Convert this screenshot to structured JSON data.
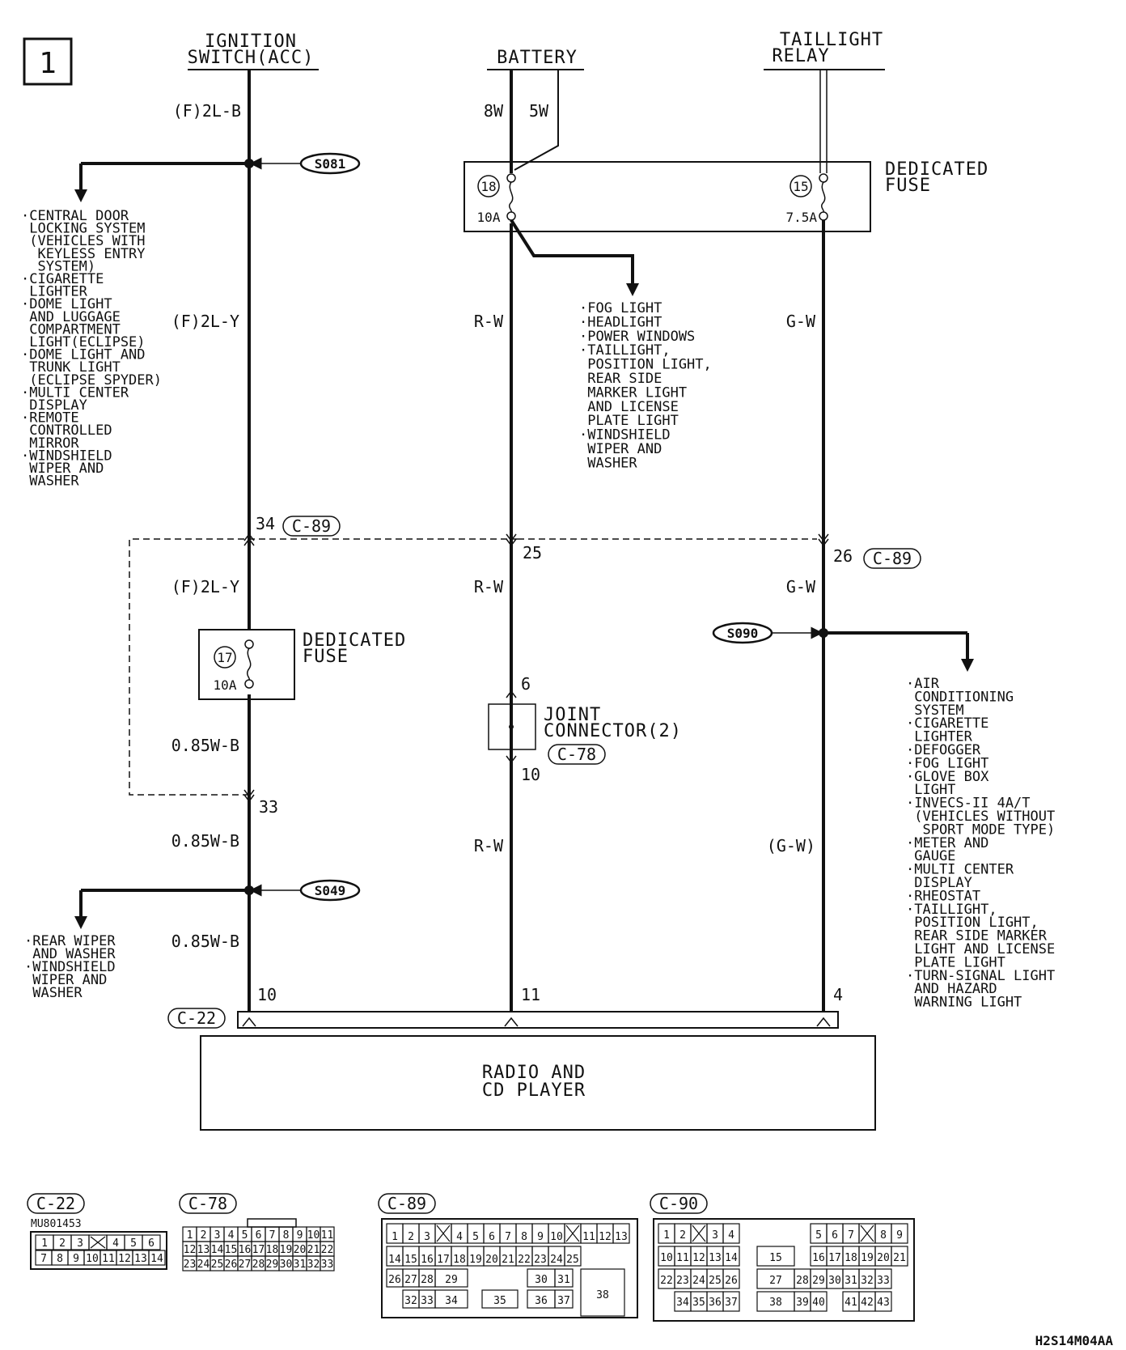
{
  "page_number": "1",
  "figure_code": "H2S14M04AA",
  "sources": {
    "ignition": {
      "line1": "IGNITION",
      "line2": "SWITCH(ACC)"
    },
    "battery": "BATTERY",
    "taillight": {
      "line1": "TAILLIGHT",
      "line2": "RELAY"
    }
  },
  "wire_labels": {
    "w_2lb": "(F)2L-B",
    "w_8w": "8W",
    "w_5w": "5W",
    "w_2ly_top": "(F)2L-Y",
    "w_rw_top": "R-W",
    "w_gw_top": "G-W",
    "w_2ly_mid": "(F)2L-Y",
    "w_rw_mid": "R-W",
    "w_gw_mid": "G-W",
    "w_085_1": "0.85W-B",
    "w_085_2": "0.85W-B",
    "w_085_3": "0.85W-B",
    "w_rw_low": "R-W",
    "w_gw_low": "(G-W)"
  },
  "splices": {
    "s081": "S081",
    "s090": "S090",
    "s049": "S049"
  },
  "fuse_box_top": {
    "label1": "DEDICATED",
    "label2": "FUSE",
    "fuse18": {
      "num": "18",
      "rating": "10A"
    },
    "fuse15": {
      "num": "15",
      "rating": "7.5A"
    }
  },
  "fuse_box_mid": {
    "label1": "DEDICATED",
    "label2": "FUSE",
    "fuse17": {
      "num": "17",
      "rating": "10A"
    }
  },
  "pins": {
    "p34": "34",
    "p25": "25",
    "p26": "26",
    "p33": "33",
    "p6": "6",
    "p10j": "10",
    "p10": "10",
    "p11": "11",
    "p4": "4"
  },
  "connector_refs": {
    "c89_a": "C-89",
    "c89_b": "C-89",
    "c78": "C-78",
    "c22": "C-22"
  },
  "joint_connector": {
    "line1": "JOINT",
    "line2": "CONNECTOR(2)"
  },
  "radio": {
    "line1": "RADIO AND",
    "line2": "CD PLAYER"
  },
  "list_ignition": [
    "·CENTRAL DOOR",
    " LOCKING SYSTEM",
    " (VEHICLES WITH",
    "  KEYLESS ENTRY",
    "  SYSTEM)",
    "·CIGARETTE",
    " LIGHTER",
    "·DOME LIGHT",
    " AND LUGGAGE",
    " COMPARTMENT",
    " LIGHT(ECLIPSE)",
    "·DOME LIGHT AND",
    " TRUNK LIGHT",
    " (ECLIPSE SPYDER)",
    "·MULTI CENTER",
    " DISPLAY",
    "·REMOTE",
    " CONTROLLED",
    " MIRROR",
    "·WINDSHIELD",
    " WIPER AND",
    " WASHER"
  ],
  "list_fuse18": [
    "·FOG LIGHT",
    "·HEADLIGHT",
    "·POWER WINDOWS",
    "·TAILLIGHT,",
    " POSITION LIGHT,",
    " REAR SIDE",
    " MARKER LIGHT",
    " AND LICENSE",
    " PLATE LIGHT",
    "·WINDSHIELD",
    " WIPER AND",
    " WASHER"
  ],
  "list_s090": [
    "·AIR",
    " CONDITIONING",
    " SYSTEM",
    "·CIGARETTE",
    " LIGHTER",
    "·DEFOGGER",
    "·FOG LIGHT",
    "·GLOVE BOX",
    " LIGHT",
    "·INVECS-II 4A/T",
    " (VEHICLES WITHOUT",
    "  SPORT MODE TYPE)",
    "·METER AND",
    " GAUGE",
    "·MULTI CENTER",
    " DISPLAY",
    "·RHEOSTAT",
    "·TAILLIGHT,",
    " POSITION LIGHT,",
    " REAR SIDE MARKER",
    " LIGHT AND LICENSE",
    " PLATE LIGHT",
    "·TURN-SIGNAL LIGHT",
    " AND HAZARD",
    " WARNING LIGHT"
  ],
  "list_s049": [
    "·REAR WIPER",
    " AND WASHER",
    "·WINDSHIELD",
    " WIPER AND",
    " WASHER"
  ],
  "connector_c22": {
    "tag": "C-22",
    "part": "MU801453",
    "row1": [
      "1",
      "2",
      "3",
      "X",
      "4",
      "5",
      "6"
    ],
    "row2": [
      "7",
      "8",
      "9",
      "10",
      "11",
      "12",
      "13",
      "14"
    ]
  },
  "connector_c78": {
    "tag": "C-78",
    "row1": [
      "1",
      "2",
      "3",
      "4",
      "5",
      "6",
      "7",
      "8",
      "9",
      "10",
      "11"
    ],
    "row2": [
      "12",
      "13",
      "14",
      "15",
      "16",
      "17",
      "18",
      "19",
      "20",
      "21",
      "22"
    ],
    "row3": [
      "23",
      "24",
      "25",
      "26",
      "27",
      "28",
      "29",
      "30",
      "31",
      "32",
      "33"
    ]
  },
  "connector_c89": {
    "tag": "C-89",
    "row1": [
      "1",
      "2",
      "3",
      "X",
      "4",
      "5",
      "6",
      "7",
      "8",
      "9",
      "10",
      "X",
      "11",
      "12",
      "13"
    ],
    "row2": [
      "14",
      "15",
      "16",
      "17",
      "18",
      "19",
      "20",
      "21",
      "22",
      "23",
      "24",
      "25"
    ],
    "row3": [
      "26",
      "27",
      "28",
      "29",
      "30",
      "31",
      "38"
    ],
    "row4": [
      "32",
      "33",
      "34",
      "35",
      "36",
      "37"
    ]
  },
  "connector_c90": {
    "tag": "C-90",
    "row1": [
      "1",
      "2",
      "X",
      "3",
      "4",
      "5",
      "6",
      "7",
      "X",
      "8",
      "9"
    ],
    "row2": [
      "10",
      "11",
      "12",
      "13",
      "14",
      "15",
      "16",
      "17",
      "18",
      "19",
      "20",
      "21"
    ],
    "row3": [
      "22",
      "23",
      "24",
      "25",
      "26",
      "27",
      "28",
      "29",
      "30",
      "31",
      "32",
      "33"
    ],
    "row4": [
      "34",
      "35",
      "36",
      "37",
      "38",
      "39",
      "40",
      "41",
      "42",
      "43"
    ]
  }
}
